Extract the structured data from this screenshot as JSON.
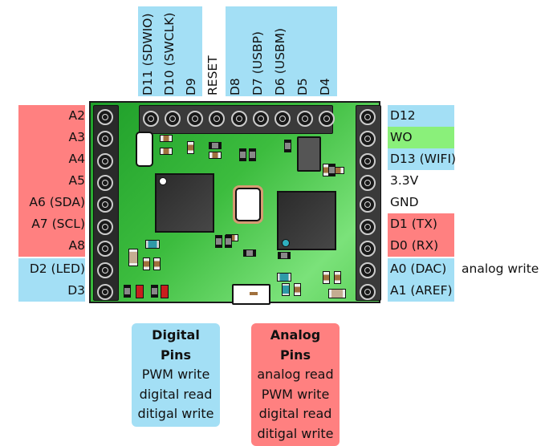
{
  "colors": {
    "digital": "#a3dff5",
    "analog": "#ff8080",
    "special": "#8af07a",
    "pcb": "#3cbc3e"
  },
  "top_pins": [
    {
      "label": "D11 (SDWIO)",
      "type": "digital"
    },
    {
      "label": "D10 (SWCLK)",
      "type": "digital"
    },
    {
      "label": "D9",
      "type": "digital"
    },
    {
      "label": "RESET",
      "type": "none"
    },
    {
      "label": "D8",
      "type": "digital"
    },
    {
      "label": "D7 (USBP)",
      "type": "digital"
    },
    {
      "label": "D6 (USBM)",
      "type": "digital"
    },
    {
      "label": "D5",
      "type": "digital"
    },
    {
      "label": "D4",
      "type": "digital"
    }
  ],
  "left_pins": [
    {
      "label": "A2",
      "type": "analog"
    },
    {
      "label": "A3",
      "type": "analog"
    },
    {
      "label": "A4",
      "type": "analog"
    },
    {
      "label": "A5",
      "type": "analog"
    },
    {
      "label": "A6 (SDA)",
      "type": "analog"
    },
    {
      "label": "A7 (SCL)",
      "type": "analog"
    },
    {
      "label": "A8",
      "type": "analog"
    },
    {
      "label": "D2 (LED)",
      "type": "digital"
    },
    {
      "label": "D3",
      "type": "digital"
    }
  ],
  "right_pins": [
    {
      "label": "D12",
      "type": "digital"
    },
    {
      "label": "WO",
      "type": "special"
    },
    {
      "label": "D13 (WIFI)",
      "type": "digital"
    },
    {
      "label": "3.3V",
      "type": "none"
    },
    {
      "label": "GND",
      "type": "none"
    },
    {
      "label": "D1 (TX)",
      "type": "analog"
    },
    {
      "label": "D0 (RX)",
      "type": "analog"
    },
    {
      "label": "A0 (DAC)",
      "type": "digital"
    },
    {
      "label": "A1 (AREF)",
      "type": "digital"
    }
  ],
  "annotation": "analog write",
  "legend": {
    "digital": {
      "title": "Digital Pins",
      "lines": [
        "PWM write",
        "digital read",
        "ditigal write"
      ]
    },
    "analog": {
      "title": "Analog Pins",
      "lines": [
        "analog read",
        "PWM write",
        "digital read",
        "ditigal write"
      ]
    }
  }
}
